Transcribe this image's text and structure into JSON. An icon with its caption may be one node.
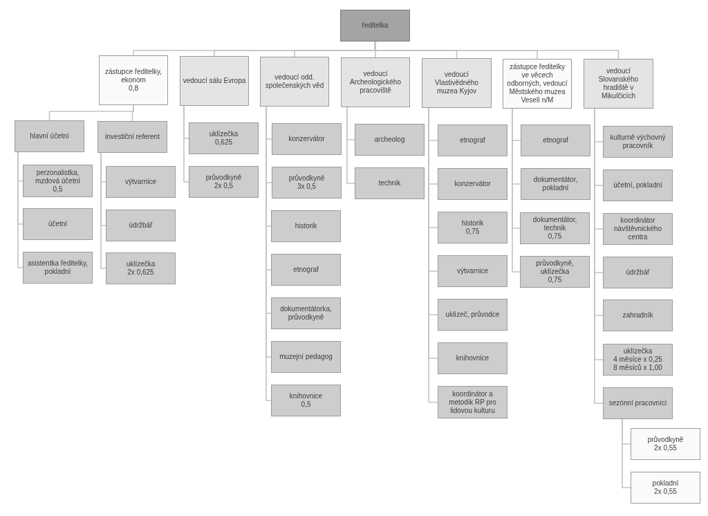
{
  "diagram": {
    "nodes": [
      {
        "text": [
          "ředitelka"
        ]
      },
      {
        "text": [
          "zástupce ředitelky, ekonom",
          "0,8"
        ]
      },
      {
        "text": [
          "vedoucí sálu Evropa"
        ]
      },
      {
        "text": [
          "vedoucí odd. společenských věd"
        ]
      },
      {
        "text": [
          "vedoucí Archeologického pracoviště"
        ]
      },
      {
        "text": [
          "vedoucí Vlastivědného muzea Kyjov"
        ]
      },
      {
        "text": [
          "zástupce ředitelky ve věcech odborných, vedoucí Městského muzea Veselí n/M"
        ]
      },
      {
        "text": [
          "vedoucí Slovanského hradiště v Mikulčicích"
        ]
      },
      {
        "text": [
          "hlavní účetní"
        ]
      },
      {
        "text": [
          "investiční referent"
        ]
      },
      {
        "text": [
          "perzonalistka, mzdová účetní",
          "0,5"
        ]
      },
      {
        "text": [
          "účetní"
        ]
      },
      {
        "text": [
          "asistentka ředitelky, pokladní"
        ]
      },
      {
        "text": [
          "výtvarnice"
        ]
      },
      {
        "text": [
          "údržbář"
        ]
      },
      {
        "text": [
          "uklízečka",
          "2x 0,625"
        ]
      },
      {
        "text": [
          "uklízečka",
          "0,625"
        ]
      },
      {
        "text": [
          "průvodkyně",
          "2x 0,5"
        ]
      },
      {
        "text": [
          "konzervátor"
        ]
      },
      {
        "text": [
          "průvodkyně",
          "3x 0,5"
        ]
      },
      {
        "text": [
          "historik"
        ]
      },
      {
        "text": [
          "etnograf"
        ]
      },
      {
        "text": [
          "dokumentátorka, průvodkyně"
        ]
      },
      {
        "text": [
          "muzejní pedagog"
        ]
      },
      {
        "text": [
          "knihovnice",
          "0,5"
        ]
      },
      {
        "text": [
          "archeolog"
        ]
      },
      {
        "text": [
          "technik"
        ]
      },
      {
        "text": [
          "etnograf"
        ]
      },
      {
        "text": [
          "konzervátor"
        ]
      },
      {
        "text": [
          "historik",
          "0,75"
        ]
      },
      {
        "text": [
          "výtvarnice"
        ]
      },
      {
        "text": [
          "uklízeč, průvodce"
        ]
      },
      {
        "text": [
          "knihovnice"
        ]
      },
      {
        "text": [
          "koordinátor a metodik RP pro lidovou kulturu"
        ]
      },
      {
        "text": [
          "etnograf"
        ]
      },
      {
        "text": [
          "dokumentátor, pokladní"
        ]
      },
      {
        "text": [
          "dokumentátor, technik",
          "0,75"
        ]
      },
      {
        "text": [
          "průvodkyně, uklízečka",
          "0,75"
        ]
      },
      {
        "text": [
          "kulturně výchovný pracovník"
        ]
      },
      {
        "text": [
          "účetní, pokladní"
        ]
      },
      {
        "text": [
          "koordinátor návštěvnického centra"
        ]
      },
      {
        "text": [
          "údržbář"
        ]
      },
      {
        "text": [
          "zahradník"
        ]
      },
      {
        "text": [
          "uklízečka",
          "4 měsíce x 0,25",
          "8 měsíců x 1,00"
        ]
      },
      {
        "text": [
          "sezónní pracovníci"
        ]
      },
      {
        "text": [
          "průvodkyně",
          "2x 0,55"
        ]
      },
      {
        "text": [
          "pokladní",
          "2x 0,55"
        ]
      }
    ],
    "edges": [
      {
        "from": 0,
        "to": 1,
        "arrow": "none"
      },
      {
        "from": 0,
        "to": 2,
        "arrow": "none"
      },
      {
        "from": 0,
        "to": 3,
        "arrow": "none"
      },
      {
        "from": 0,
        "to": 4,
        "arrow": "none"
      },
      {
        "from": 0,
        "to": 5,
        "arrow": "none"
      },
      {
        "from": 0,
        "to": 6,
        "arrow": "none"
      },
      {
        "from": 0,
        "to": 7,
        "arrow": "none"
      },
      {
        "from": 1,
        "to": 8,
        "arrow": "none"
      },
      {
        "from": 1,
        "to": 9,
        "arrow": "none"
      },
      {
        "from": 8,
        "to": 10,
        "arrow": "none"
      },
      {
        "from": 8,
        "to": 11,
        "arrow": "none"
      },
      {
        "from": 8,
        "to": 12,
        "arrow": "none"
      },
      {
        "from": 9,
        "to": 13,
        "arrow": "none"
      },
      {
        "from": 9,
        "to": 14,
        "arrow": "none"
      },
      {
        "from": 9,
        "to": 15,
        "arrow": "none"
      },
      {
        "from": 2,
        "to": 16,
        "arrow": "none"
      },
      {
        "from": 2,
        "to": 17,
        "arrow": "none"
      },
      {
        "from": 3,
        "to": 18,
        "arrow": "none"
      },
      {
        "from": 3,
        "to": 19,
        "arrow": "none"
      },
      {
        "from": 3,
        "to": 20,
        "arrow": "none"
      },
      {
        "from": 3,
        "to": 21,
        "arrow": "none"
      },
      {
        "from": 3,
        "to": 22,
        "arrow": "none"
      },
      {
        "from": 3,
        "to": 23,
        "arrow": "none"
      },
      {
        "from": 3,
        "to": 24,
        "arrow": "none"
      },
      {
        "from": 4,
        "to": 25,
        "arrow": "none"
      },
      {
        "from": 4,
        "to": 26,
        "arrow": "none"
      },
      {
        "from": 5,
        "to": 27,
        "arrow": "none"
      },
      {
        "from": 5,
        "to": 28,
        "arrow": "none"
      },
      {
        "from": 5,
        "to": 29,
        "arrow": "none"
      },
      {
        "from": 5,
        "to": 30,
        "arrow": "none"
      },
      {
        "from": 5,
        "to": 31,
        "arrow": "none"
      },
      {
        "from": 5,
        "to": 32,
        "arrow": "none"
      },
      {
        "from": 5,
        "to": 33,
        "arrow": "none"
      },
      {
        "from": 6,
        "to": 34,
        "arrow": "none"
      },
      {
        "from": 6,
        "to": 35,
        "arrow": "none"
      },
      {
        "from": 6,
        "to": 36,
        "arrow": "none"
      },
      {
        "from": 6,
        "to": 37,
        "arrow": "none"
      },
      {
        "from": 7,
        "to": 38,
        "arrow": "none"
      },
      {
        "from": 7,
        "to": 39,
        "arrow": "none"
      },
      {
        "from": 7,
        "to": 40,
        "arrow": "none"
      },
      {
        "from": 7,
        "to": 41,
        "arrow": "none"
      },
      {
        "from": 7,
        "to": 42,
        "arrow": "none"
      },
      {
        "from": 7,
        "to": 43,
        "arrow": "none"
      },
      {
        "from": 7,
        "to": 44,
        "arrow": "none"
      },
      {
        "from": 44,
        "to": 45,
        "arrow": "none"
      },
      {
        "from": 44,
        "to": 46,
        "arrow": "none"
      }
    ]
  }
}
